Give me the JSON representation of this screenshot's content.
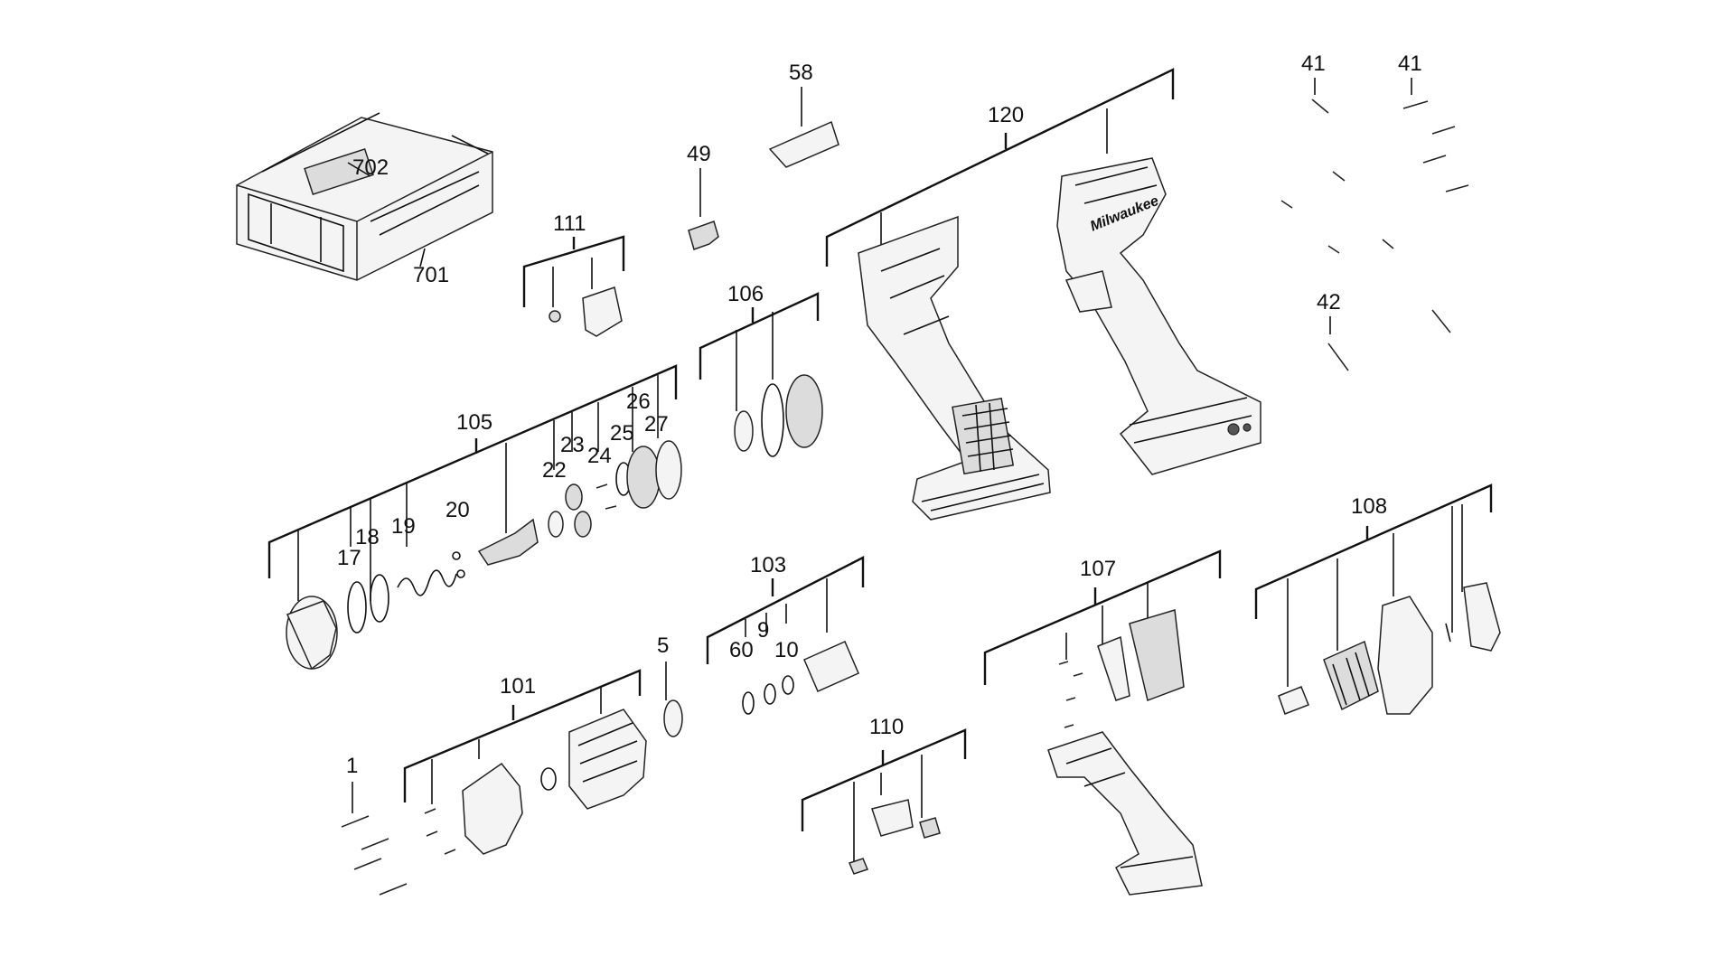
{
  "labels": {
    "p1": "1",
    "p5": "5",
    "p9": "9",
    "p10": "10",
    "p17": "17",
    "p18": "18",
    "p19": "19",
    "p20": "20",
    "p22": "22",
    "p23": "23",
    "p24": "24",
    "p25": "25",
    "p26": "26",
    "p27": "27",
    "p41a": "41",
    "p41b": "41",
    "p42": "42",
    "p49": "49",
    "p58": "58",
    "p60": "60",
    "p101": "101",
    "p103": "103",
    "p105": "105",
    "p106": "106",
    "p107": "107",
    "p108": "108",
    "p110": "110",
    "p111": "111",
    "p120": "120",
    "p701": "701",
    "p702": "702"
  },
  "brand_text": "Milwaukee"
}
